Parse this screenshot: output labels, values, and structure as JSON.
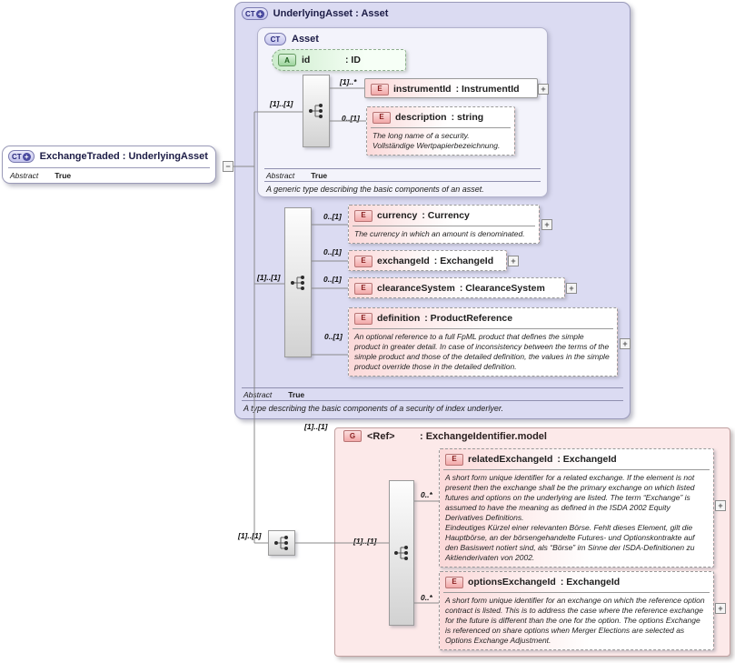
{
  "icons": {
    "ct": "CT",
    "plus": "+",
    "attribute": "A",
    "element": "E",
    "group": "G",
    "collapse": "−"
  },
  "colors": {
    "complex_type_bg": "#dbdbf2",
    "inner_type_bg": "#f3f3fb",
    "group_bg": "#fce9e9",
    "element_accent": "#fbd9d9",
    "attribute_accent": "#cdeccd"
  },
  "root": {
    "title": "ExchangeTraded : UnderlyingAsset",
    "abstract_label": "Abstract",
    "abstract_value": "True"
  },
  "underlying_asset": {
    "title": "UnderlyingAsset : Asset",
    "abstract_label": "Abstract",
    "abstract_value": "True",
    "annotation": "A type describing the basic components of a security of index underlyer.",
    "sequence_cardinality": "[1]..[1]",
    "asset": {
      "title": "Asset",
      "abstract_label": "Abstract",
      "abstract_value": "True",
      "annotation": "A generic type describing the basic components of an asset.",
      "sequence_cardinality": "[1]..[1]",
      "attribute_id": {
        "name": "id",
        "type": ": ID"
      },
      "instrument_id": {
        "name": "instrumentId",
        "type": ": InstrumentId",
        "cardinality": "[1]..*"
      },
      "description": {
        "name": "description",
        "type": ": string",
        "cardinality": "0..[1]",
        "annotation": "The long name of a security.\nVollständige Wertpapierbezeichnung."
      }
    },
    "currency": {
      "name": "currency",
      "type": ": Currency",
      "cardinality": "0..[1]",
      "annotation": "The currency in which an amount is denominated."
    },
    "exchange_id": {
      "name": "exchangeId",
      "type": ": ExchangeId",
      "cardinality": "0..[1]"
    },
    "clearance_system": {
      "name": "clearanceSystem",
      "type": ": ClearanceSystem",
      "cardinality": "0..[1]"
    },
    "definition": {
      "name": "definition",
      "type": ": ProductReference",
      "cardinality": "0..[1]",
      "annotation": "An optional reference to a full FpML product that defines the simple product in greater detail. In case of inconsistency between the terms of the simple product and those of the detailed definition, the values in the simple product override those in the detailed definition."
    }
  },
  "group": {
    "label_cardinality": "[1]..[1]",
    "sequence_cardinality": "[1]..[1]",
    "inner_sequence_cardinality": "[1]..[1]",
    "name": "<Ref>",
    "type": ": ExchangeIdentifier.model",
    "related_exchange_id": {
      "name": "relatedExchangeId",
      "type": ": ExchangeId",
      "cardinality": "0..*",
      "annotation": "A short form unique identifier for a related exchange. If the element is not present then the exchange shall be the primary exchange on which listed futures and options on the underlying are listed. The term “Exchange” is assumed to have the meaning as defined in the ISDA 2002 Equity Derivatives Definitions.\nEindeutiges Kürzel einer relevanten Börse. Fehlt dieses Element, gilt die Hauptbörse, an der börsengehandelte Futures- und Optionskontrakte auf den Basiswert notiert sind, als “Börse” im Sinne der ISDA-Definitionen zu Aktienderivaten von 2002."
    },
    "options_exchange_id": {
      "name": "optionsExchangeId",
      "type": ": ExchangeId",
      "cardinality": "0..*",
      "annotation": "A short form unique identifier for an exchange on which the reference option contract is listed. This is to address the case where the reference exchange for the future is different than the one for the option. The options Exchange is referenced on share options when Merger Elections are selected as Options Exchange Adjustment."
    }
  }
}
